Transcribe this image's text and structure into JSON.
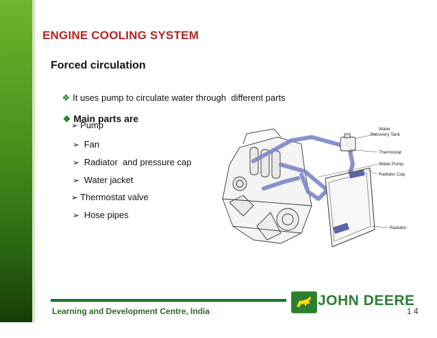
{
  "title": "ENGINE COOLING SYSTEM",
  "subtitle": "Forced circulation",
  "bullets": {
    "b1": "It uses pump to circulate water through  different parts",
    "b2": "Main parts are"
  },
  "parts": [
    "Pump",
    "Fan",
    "Radiator  and pressure cap",
    "Water jacket",
    "Thermostat valve",
    "Hose pipes"
  ],
  "diagram_labels": {
    "water_recovery_tank_1": "Water",
    "water_recovery_tank_2": "Recovery Tank",
    "thermostat": "Thermostat",
    "water_pump": "Water Pump",
    "radiator_cap": "Radiator Cap",
    "radiator": "Radiator"
  },
  "footer": {
    "text": "Learning and Development Centre, India",
    "page": "1 4",
    "brand": "JOHN DEERE"
  },
  "colors": {
    "title": "#b8231f",
    "sidebar": "#4a8f1c",
    "bullet_diamond": "#1a7c2a",
    "footer_line": "#1f7a25",
    "hose": "#7d87c9"
  }
}
